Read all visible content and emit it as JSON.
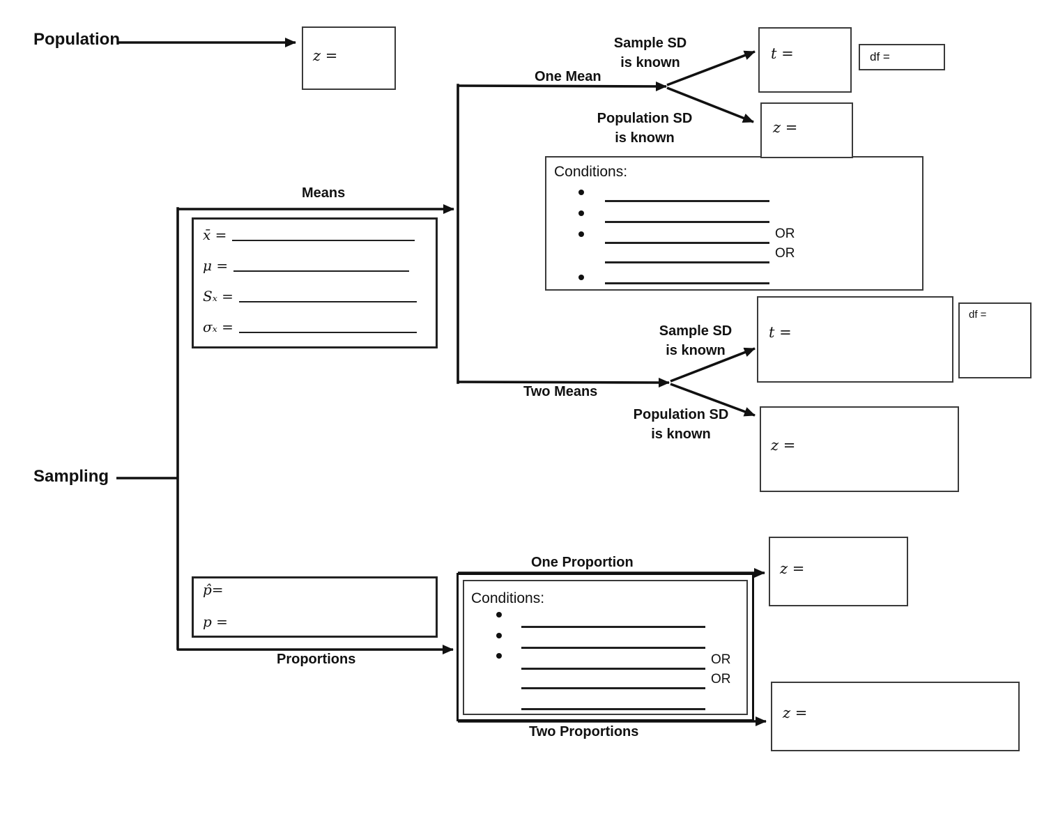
{
  "colors": {
    "ink": "#111111",
    "background": "#ffffff"
  },
  "roots": {
    "population": "Population",
    "sampling": "Sampling"
  },
  "branches": {
    "means": "Means",
    "proportions": "Proportions",
    "one_mean": "One Mean",
    "two_means": "Two Means",
    "one_proportion": "One Proportion",
    "two_proportions": "Two Proportions",
    "sample_sd": "Sample SD",
    "population_sd": "Population SD",
    "is_known": "is known"
  },
  "boxes": {
    "population_z": "z =",
    "one_mean_t": "t =",
    "one_mean_df": "df =",
    "one_mean_z": "z =",
    "two_means_t": "t =",
    "two_means_df": "df =",
    "two_means_z": "z =",
    "one_proportion_z": "z =",
    "two_proportions_z": "z ="
  },
  "means_stats": {
    "rows": [
      {
        "label": "x̄ ="
      },
      {
        "label": "μ ="
      },
      {
        "label": "Sₓ ="
      },
      {
        "label": "σₓ ="
      }
    ]
  },
  "proportion_stats": {
    "rows": [
      {
        "label": "p̂="
      },
      {
        "label": "p ="
      }
    ]
  },
  "conditions_means": {
    "title": "Conditions:",
    "or_1": "OR",
    "or_2": "OR"
  },
  "conditions_proportions": {
    "title": "Conditions:",
    "or_1": "OR",
    "or_2": "OR"
  }
}
